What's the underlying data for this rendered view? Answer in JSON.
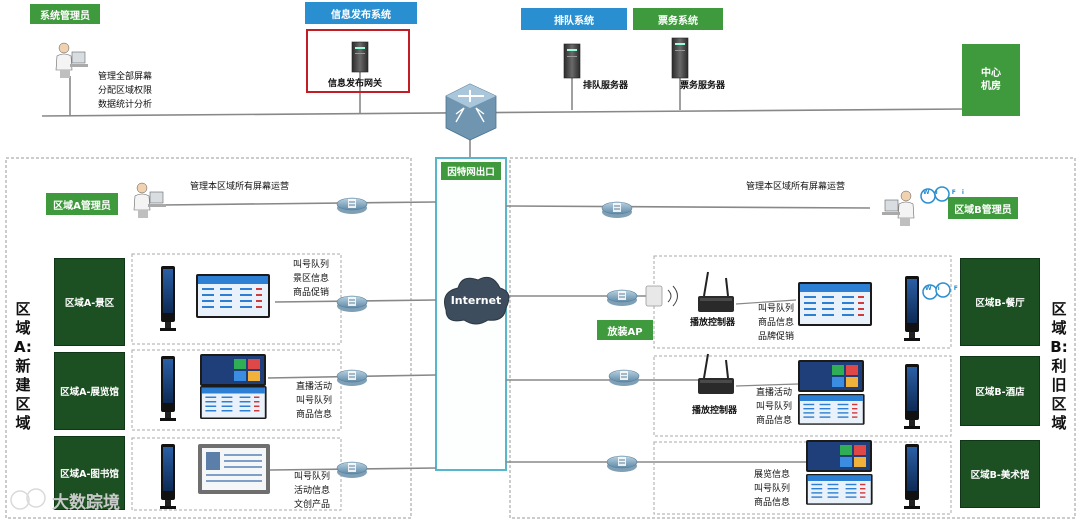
{
  "top": {
    "sys_admin_label": "系统管理员",
    "sys_admin_desc": [
      "管理全部屏幕",
      "分配区域权限",
      "数据统计分析"
    ],
    "info_system_label": "信息发布系统",
    "info_gateway_label": "信息发布网关",
    "queue_system_label": "排队系统",
    "queue_server_label": "排队服务器",
    "ticket_system_label": "票务系统",
    "ticket_server_label": "票务服务器",
    "center_label": [
      "中心",
      "机房"
    ]
  },
  "middle": {
    "internet_exit_label": "因特网出口",
    "internet_label": "Internet",
    "wifi_label": "Wi Fi"
  },
  "region_a": {
    "vertical_title": [
      "区",
      "域",
      "A:",
      "新",
      "建",
      "区",
      "域"
    ],
    "admin_label": "区域A管理员",
    "admin_desc": "管理本区域所有屏幕运营",
    "rows": [
      {
        "zone": "区域A-景区",
        "lines": [
          "叫号队列",
          "景区信息",
          "商品促销"
        ]
      },
      {
        "zone": "区域A-展览馆",
        "lines": [
          "直播活动",
          "叫号队列",
          "商品信息"
        ]
      },
      {
        "zone": "区域A-图书馆",
        "lines": [
          "叫号队列",
          "活动信息",
          "文创产品"
        ]
      }
    ]
  },
  "region_b": {
    "vertical_title": [
      "区",
      "域",
      "B:",
      "利",
      "旧",
      "区",
      "域"
    ],
    "admin_label": "区域B管理员",
    "admin_desc": "管理本区域所有屏幕运营",
    "ap_label": "放装AP",
    "player_label": "播放控制器",
    "rows": [
      {
        "zone": "区域B-餐厅",
        "lines": [
          "叫号队列",
          "商品信息",
          "品牌促销"
        ]
      },
      {
        "zone": "区域B-酒店",
        "lines": [
          "直播活动",
          "叫号队列",
          "商品信息"
        ]
      },
      {
        "zone": "区域B-美术馆",
        "lines": [
          "展览信息",
          "叫号队列",
          "商品信息"
        ]
      }
    ]
  },
  "watermark": "大数踪境"
}
